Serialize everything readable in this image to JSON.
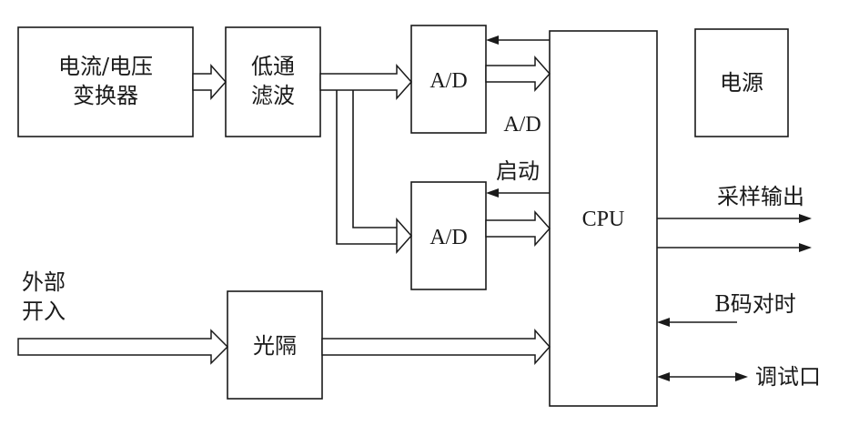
{
  "blocks": {
    "transformer": {
      "line1": "电流/电压",
      "line2": "变换器"
    },
    "lowpass": {
      "line1": "低通",
      "line2": "滤波"
    },
    "ad_top": {
      "label": "A/D"
    },
    "ad_bottom": {
      "label": "A/D"
    },
    "cpu": {
      "label": "CPU"
    },
    "power": {
      "label": "电源"
    },
    "optocoupler": {
      "label": "光隔"
    }
  },
  "labels": {
    "ad_signal": "A/D",
    "start": "启动",
    "sample_output": "采样输出",
    "b_code_sync": "B码对时",
    "debug_port": "调试口",
    "external_input_line1": "外部",
    "external_input_line2": "开入"
  },
  "colors": {
    "stroke": "#1a1a1a",
    "background": "#ffffff"
  }
}
